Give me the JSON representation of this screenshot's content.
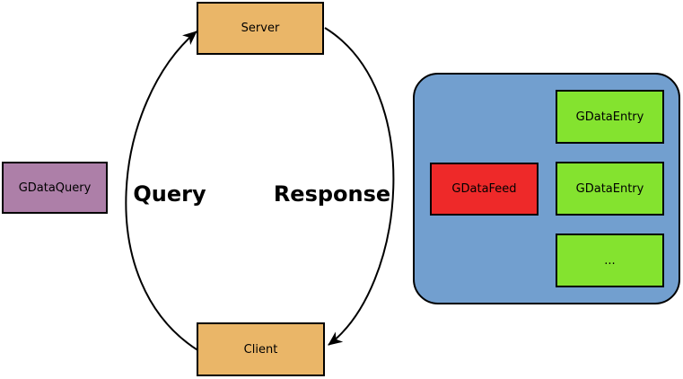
{
  "diagram": {
    "nodes": {
      "server": {
        "label": "Server"
      },
      "client": {
        "label": "Client"
      },
      "gdata_query": {
        "label": "GDataQuery"
      },
      "gdata_feed": {
        "label": "GDataFeed"
      },
      "gdata_entry_1": {
        "label": "GDataEntry"
      },
      "gdata_entry_2": {
        "label": "GDataEntry"
      },
      "gdata_entry_more": {
        "label": "..."
      }
    },
    "edges": {
      "query": {
        "label": "Query"
      },
      "response": {
        "label": "Response"
      }
    },
    "colors": {
      "endpoint_fill": "#eab668",
      "query_fill": "#ad7fa8",
      "container_fill": "#729fcf",
      "entry_fill": "#84e32f",
      "feed_fill": "#ee2929",
      "stroke": "#000000",
      "background": "#ffffff"
    }
  }
}
